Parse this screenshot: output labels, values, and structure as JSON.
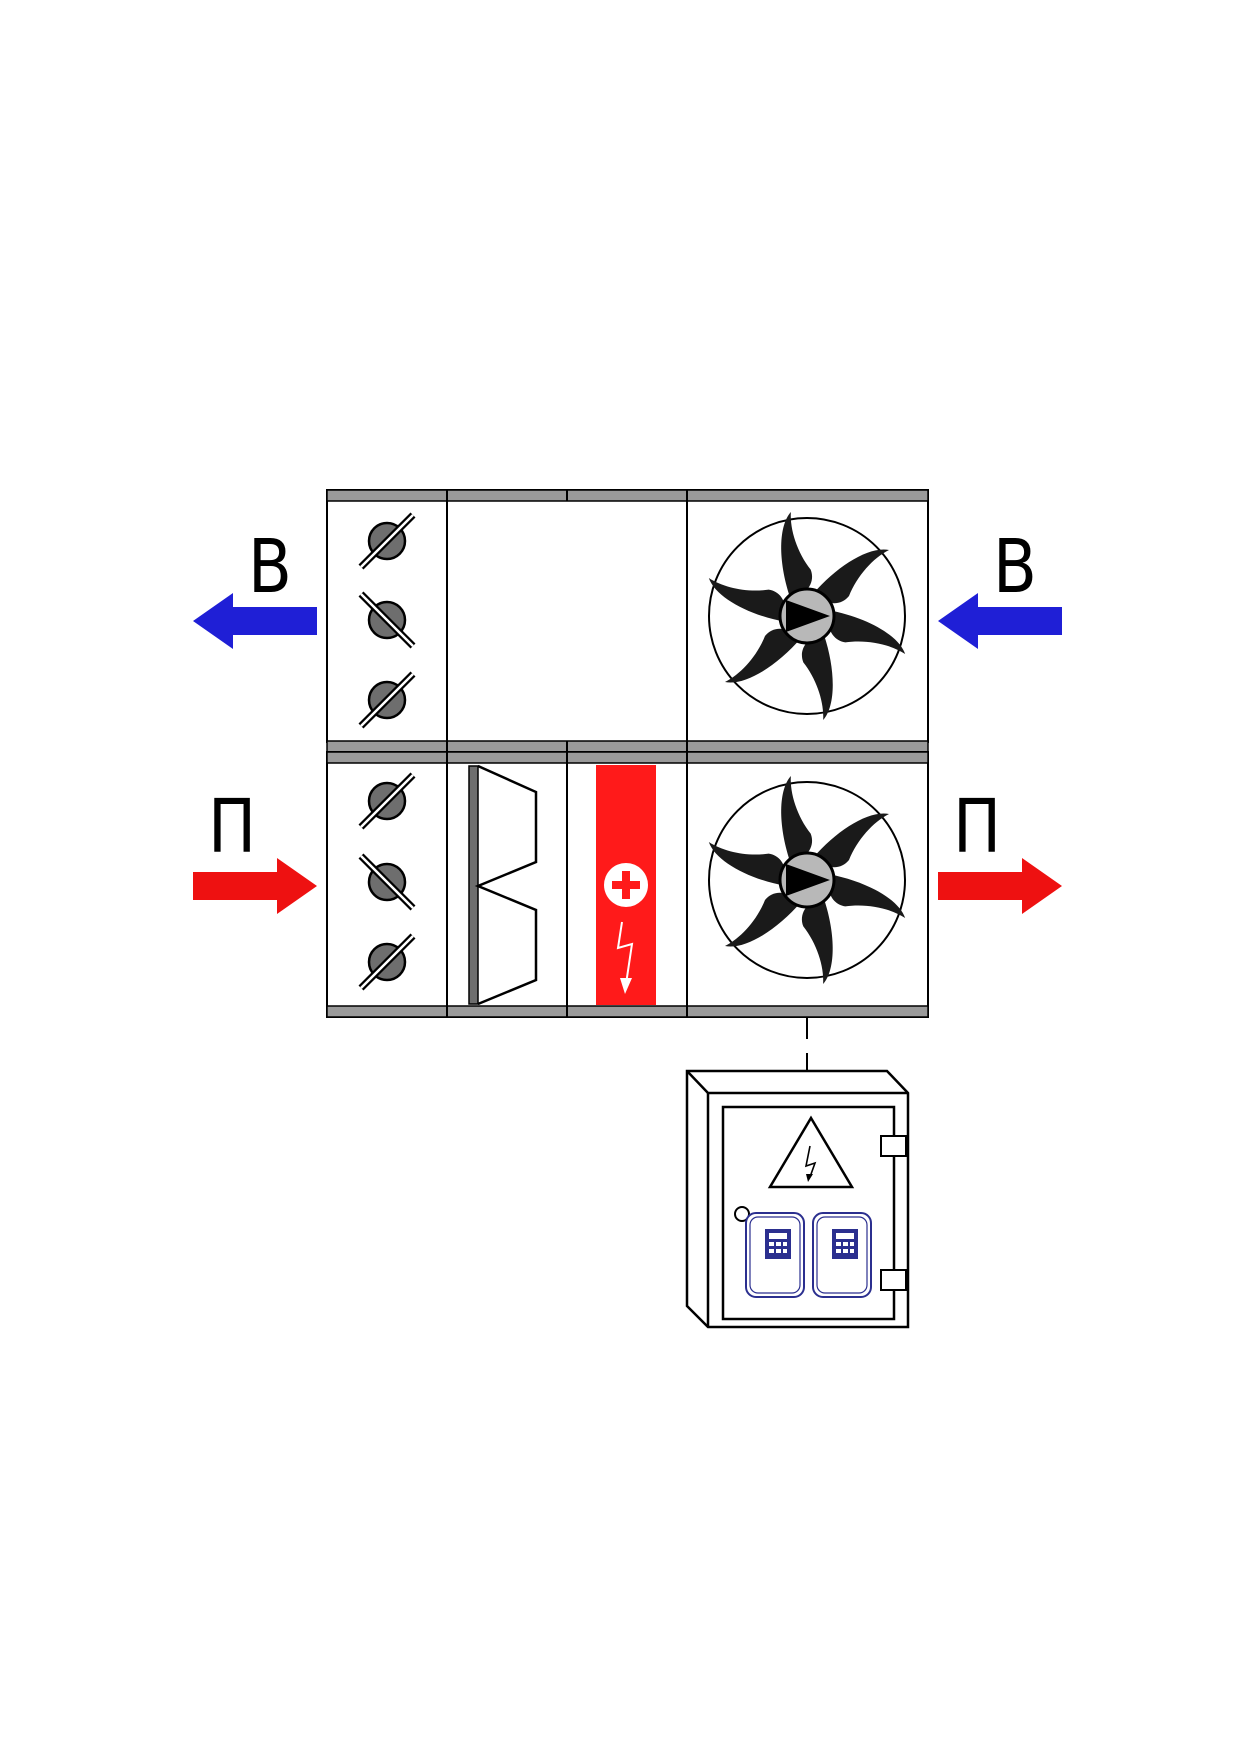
{
  "labels": {
    "exhaust_out": "В",
    "exhaust_in": "В",
    "supply_in": "П",
    "supply_out": "П"
  },
  "colors": {
    "exhaust_arrow": "#1f1fd6",
    "supply_arrow": "#ee1111",
    "casing_band": "#9a9a9a",
    "heater": "#ff1a1a",
    "vfd": "#2b2f8f",
    "line": "#000000"
  },
  "icons": {
    "damper": "damper-icon",
    "fan": "fan-icon",
    "filter": "filter-icon",
    "heater": "electric-heater-icon",
    "warning": "high-voltage-icon",
    "vfd": "frequency-converter-icon"
  }
}
